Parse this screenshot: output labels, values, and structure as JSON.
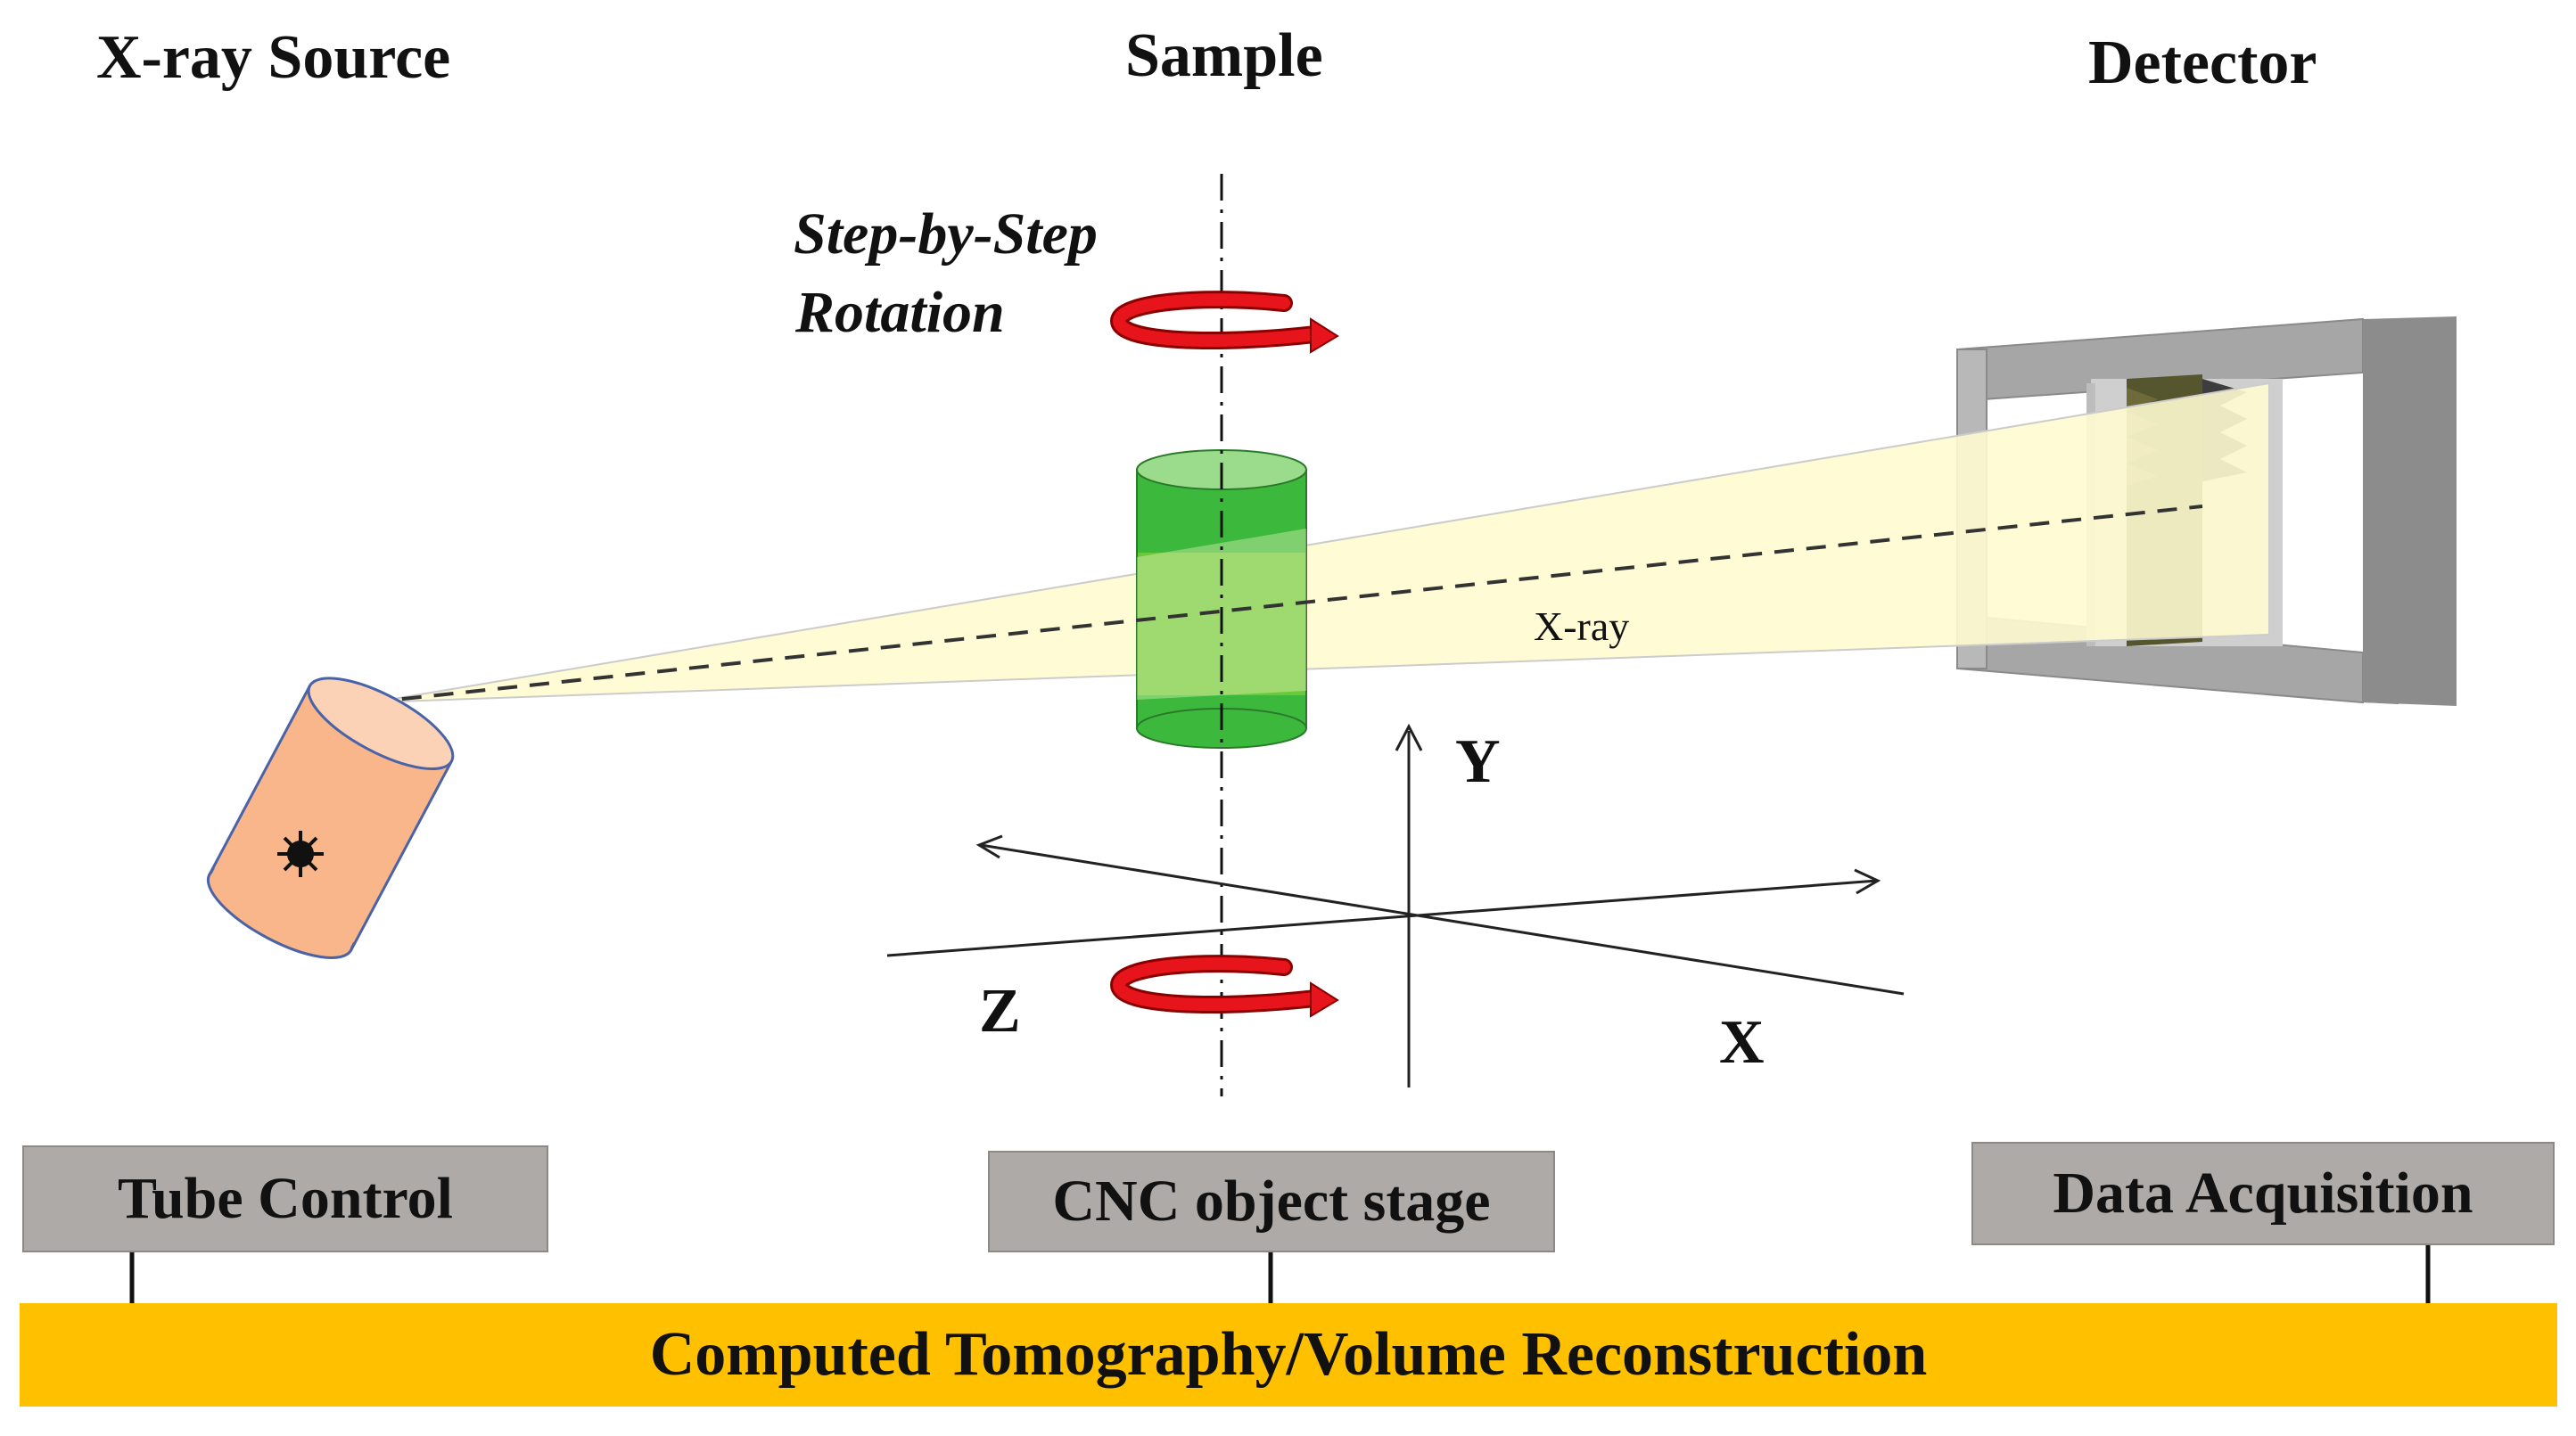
{
  "headers": {
    "xray_source": "X-ray Source",
    "sample": "Sample",
    "detector": "Detector"
  },
  "rotation": {
    "line1": "Step-by-Step",
    "line2": "Rotation"
  },
  "beam_label": "X-ray",
  "axes": {
    "x": "X",
    "y": "Y",
    "z": "Z"
  },
  "modules": {
    "tube_control": "Tube Control",
    "cnc_stage": "CNC object stage",
    "data_acquisition": "Data Acquisition"
  },
  "bottom_bar": "Computed Tomography/Volume Reconstruction",
  "colors": {
    "beam": "#fffbd0",
    "sample_cylinder": "#3cb93c",
    "source_cylinder": "#f8b68a",
    "rotation_arrow": "#e8141c",
    "module_box": "#aeaaa8",
    "bottom_bar": "#ffc000",
    "detector_frame": "#8f8f8f"
  }
}
